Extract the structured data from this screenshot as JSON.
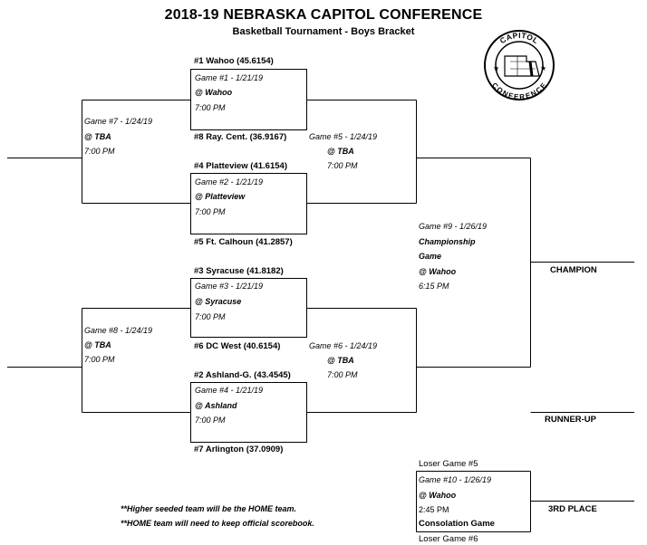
{
  "header": {
    "title": "2018-19 NEBRASKA CAPITOL CONFERENCE",
    "subtitle": "Basketball Tournament - Boys Bracket"
  },
  "logo": {
    "top_text": "CAPITOL",
    "bottom_text": "CONFERENCE"
  },
  "teams": {
    "t1": "#1 Wahoo (45.6154)",
    "t8": "#8 Ray. Cent. (36.9167)",
    "t4": "#4 Platteview (41.6154)",
    "t5": "#5 Ft. Calhoun (41.2857)",
    "t3": "#3 Syracuse (41.8182)",
    "t6": "#6 DC West (40.6154)",
    "t2": "#2 Ashland-G. (43.4545)",
    "t7": "#7 Arlington (37.0909)"
  },
  "games": {
    "g1": {
      "title": "Game #1 - 1/21/19",
      "site": "@ Wahoo",
      "time": "7:00 PM"
    },
    "g2": {
      "title": "Game #2 - 1/21/19",
      "site": "@ Platteview",
      "time": "7:00 PM"
    },
    "g3": {
      "title": "Game #3 - 1/21/19",
      "site": "@ Syracuse",
      "time": "7:00 PM"
    },
    "g4": {
      "title": "Game #4 - 1/21/19",
      "site": "@ Ashland",
      "time": "7:00 PM"
    },
    "g5": {
      "title": "Game #5 - 1/24/19",
      "site": "@ TBA",
      "time": "7:00 PM"
    },
    "g6": {
      "title": "Game #6 - 1/24/19",
      "site": "@ TBA",
      "time": "7:00 PM"
    },
    "g7": {
      "title": "Game #7 - 1/24/19",
      "site": "@ TBA",
      "time": "7:00 PM"
    },
    "g8": {
      "title": "Game #8 - 1/24/19",
      "site": "@ TBA",
      "time": "7:00 PM"
    },
    "g9": {
      "title": "Game #9 - 1/26/19",
      "name1": "Championship",
      "name2": "Game",
      "site": "@ Wahoo",
      "time": "6:15 PM"
    },
    "g10": {
      "title": "Game #10 - 1/26/19",
      "site": "@ Wahoo",
      "time": "2:45 PM",
      "name": "Consolation Game",
      "loser_top": "Loser Game #5",
      "loser_bottom": "Loser Game #6"
    }
  },
  "results": {
    "champion": "CHAMPION",
    "runner_up": "RUNNER-UP",
    "third": "3RD PLACE"
  },
  "notes": [
    "**Higher seeded team will be the HOME team.",
    "**HOME team will need to keep official scorebook."
  ]
}
